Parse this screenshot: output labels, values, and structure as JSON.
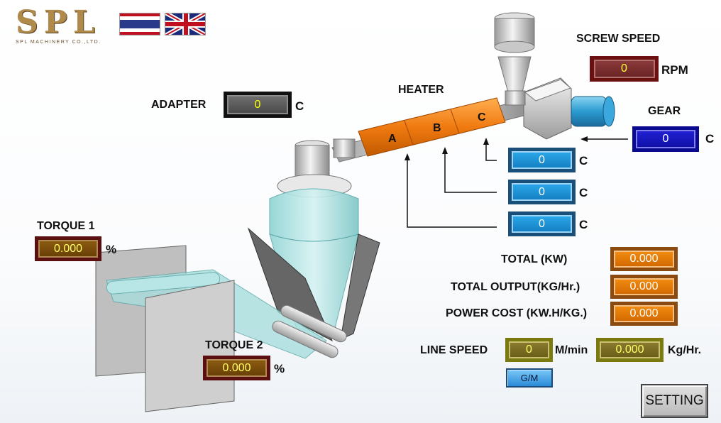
{
  "logo": {
    "brand": "SPL",
    "subtitle": "SPL MACHINERY CO.,LTD."
  },
  "languages": [
    {
      "name": "thai-flag-icon"
    },
    {
      "name": "uk-flag-icon"
    }
  ],
  "screw_speed": {
    "label": "SCREW SPEED",
    "value": "0",
    "unit": "RPM"
  },
  "adapter": {
    "label": "ADAPTER",
    "value": "0",
    "unit": "C"
  },
  "heater": {
    "label": "HEATER",
    "zones": [
      "A",
      "B",
      "C"
    ]
  },
  "gear": {
    "label": "GEAR",
    "value": "0",
    "unit": "C"
  },
  "heater_temps": [
    {
      "value": "0",
      "unit": "C"
    },
    {
      "value": "0",
      "unit": "C"
    },
    {
      "value": "0",
      "unit": "C"
    }
  ],
  "torque1": {
    "label": "TORQUE 1",
    "value": "0.000",
    "unit": "%"
  },
  "torque2": {
    "label": "TORQUE 2",
    "value": "0.000",
    "unit": "%"
  },
  "total_kw": {
    "label": "TOTAL (KW)",
    "value": "0.000"
  },
  "total_output": {
    "label": "TOTAL OUTPUT(KG/Hr.)",
    "value": "0.000"
  },
  "power_cost": {
    "label": "POWER COST (KW.H/KG.)",
    "value": "0.000"
  },
  "line_speed": {
    "label": "LINE SPEED",
    "value": "0",
    "unit": "M/min",
    "value2": "0.000",
    "unit2": "Kg/Hr."
  },
  "gm_button": "G/M",
  "setting_button": "SETTING",
  "colors": {
    "heater": "#f07a10",
    "value_yellow": "#ffff00",
    "panel_blue": "#1580c4"
  }
}
